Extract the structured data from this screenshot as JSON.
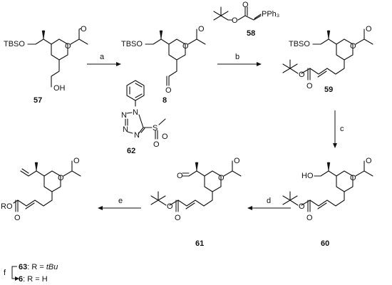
{
  "compounds": {
    "c57": {
      "number": "57",
      "protecting_group": "TBSO",
      "ring_oxygen": "O",
      "carbonyl_oxygen": "O",
      "terminal_group": "OH"
    },
    "c8": {
      "number": "8",
      "protecting_group": "TBSO",
      "ring_oxygen": "O",
      "carbonyl_oxygen": "O",
      "aldehyde_oxygen": "O"
    },
    "c58": {
      "number": "58",
      "ester_oxygen": "O",
      "carbonyl_oxygen": "O",
      "ylide": "PPh₃"
    },
    "c59": {
      "number": "59",
      "protecting_group": "TBSO",
      "ring_oxygen": "O",
      "carbonyl_oxygen": "O",
      "ester_oxygen": "O",
      "ester_carbonyl_oxygen": "O"
    },
    "c60": {
      "number": "60",
      "hydroxyl": "HO",
      "ring_oxygen": "O",
      "carbonyl_oxygen": "O",
      "ester_oxygen": "O",
      "ester_carbonyl_oxygen": "O"
    },
    "c61": {
      "number": "61",
      "aldehyde_oxygen": "O",
      "ring_oxygen": "O",
      "carbonyl_oxygen": "O",
      "ester_oxygen": "O",
      "ester_carbonyl_oxygen": "O"
    },
    "c62": {
      "number": "62",
      "ring_n1": "N",
      "ring_n2": "N",
      "ring_n3": "N",
      "ring_n4": "N",
      "sulfur": "S",
      "sulfonyl_o1": "O",
      "sulfonyl_o2": "O"
    },
    "c63": {
      "ring_oxygen": "O",
      "carbonyl_oxygen": "O",
      "ester_group": "RO",
      "ester_carbonyl_oxygen": "O"
    }
  },
  "reagents": {
    "a": "a",
    "b": "b",
    "c": "c",
    "d": "d",
    "e": "e",
    "f": "f"
  },
  "legend": {
    "line1_number": "63",
    "line1_text": ": R = ",
    "line1_r": "tBu",
    "line2_number": "6",
    "line2_text": ": R = H"
  }
}
